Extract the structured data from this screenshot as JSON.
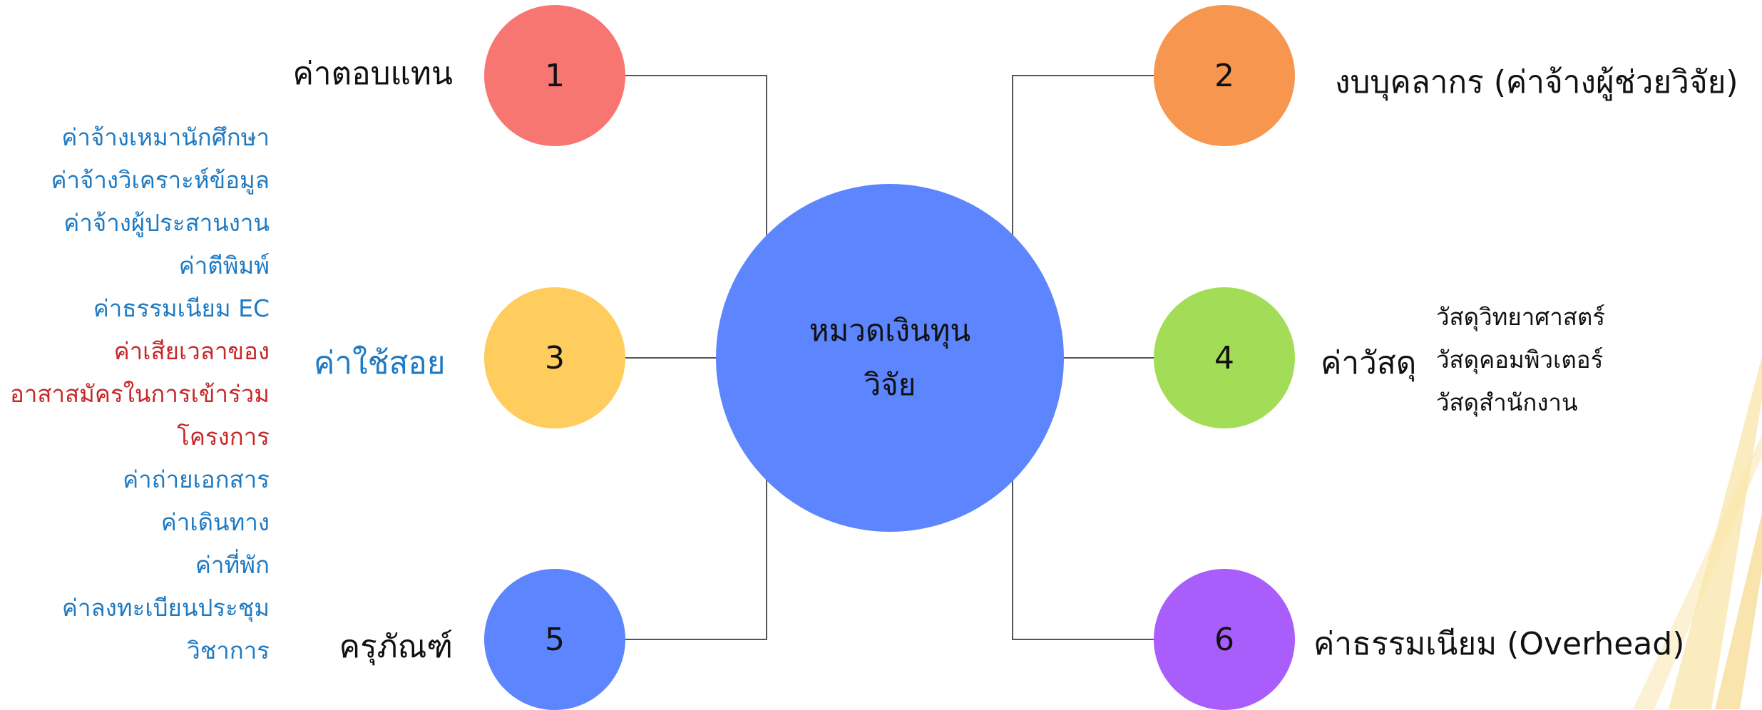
{
  "center": {
    "line1": "หมวดเงินทุน",
    "line2": "วิจัย"
  },
  "nodes": [
    {
      "number": "1",
      "label": "ค่าตอบแทน",
      "color": "#f77672"
    },
    {
      "number": "2",
      "label": "งบบุคลากร (ค่าจ้างผู้ช่วยวิจัย)",
      "color": "#f7964f"
    },
    {
      "number": "3",
      "label": "ค่าใช้สอย",
      "color": "#fecd5d"
    },
    {
      "number": "4",
      "label": "ค่าวัสดุ",
      "color": "#a3dd58"
    },
    {
      "number": "5",
      "label": "ครุภัณฑ์",
      "color": "#5c85fe"
    },
    {
      "number": "6",
      "label": "ค่าธรรมเนียม (Overhead)",
      "color": "#a95efc"
    }
  ],
  "center_color": "#5c85fe",
  "operating_items": [
    {
      "text": "ค่าจ้างเหมานักศึกษา",
      "color": "blue"
    },
    {
      "text": "ค่าจ้างวิเคราะห์ข้อมูล",
      "color": "blue"
    },
    {
      "text": "ค่าจ้างผู้ประสานงาน",
      "color": "blue"
    },
    {
      "text": "ค่าตีพิมพ์",
      "color": "blue"
    },
    {
      "text": "ค่าธรรมเนียม EC",
      "color": "blue"
    },
    {
      "text": "ค่าเสียเวลาของ",
      "color": "red"
    },
    {
      "text": "อาสาสมัครในการเข้าร่วม",
      "color": "red"
    },
    {
      "text": "โครงการ",
      "color": "red"
    },
    {
      "text": "ค่าถ่ายเอกสาร",
      "color": "blue"
    },
    {
      "text": "ค่าเดินทาง",
      "color": "blue"
    },
    {
      "text": "ค่าที่พัก",
      "color": "blue"
    },
    {
      "text": "ค่าลงทะเบียนประชุม",
      "color": "blue"
    },
    {
      "text": "วิชาการ",
      "color": "blue"
    }
  ],
  "material_items": [
    "วัสดุวิทยาศาสตร์",
    "วัสดุคอมพิวเตอร์",
    "วัสดุสำนักงาน"
  ],
  "label_colors": {
    "operating_heading": "#1f7ac2",
    "blue_text": "#1f7ac2",
    "red_text": "#c62828",
    "decor_gold": "#f2c44a"
  }
}
